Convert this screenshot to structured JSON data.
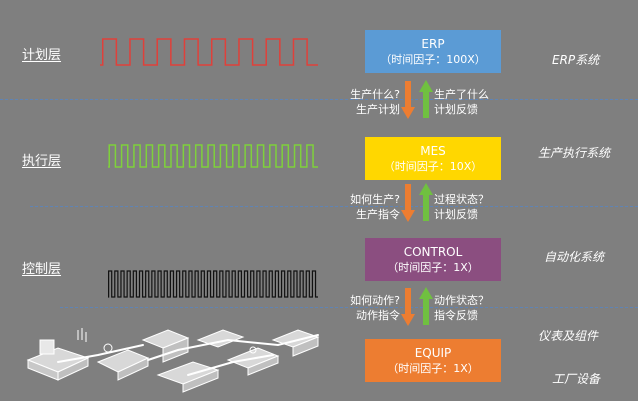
{
  "layers": [
    {
      "label": "计划层"
    },
    {
      "label": "执行层"
    },
    {
      "label": "控制层"
    }
  ],
  "boxes": [
    {
      "name": "ERP",
      "factor": "（时间因子：100X）",
      "color": "#5b9bd5"
    },
    {
      "name": "MES",
      "factor": "（时间因子：10X）",
      "color": "#ffd700"
    },
    {
      "name": "CONTROL",
      "factor": "（时间因子：1X）",
      "color": "#8b4e80"
    },
    {
      "name": "EQUIP",
      "factor": "（时间因子：1X）",
      "color": "#ed7d31"
    }
  ],
  "systems": [
    "ERP系统",
    "生产执行系统",
    "自动化系统",
    "仪表及组件",
    "工厂设备"
  ],
  "flows": [
    {
      "down": [
        "生产什么?",
        "生产计划"
      ],
      "up": [
        "生产了什么",
        "计划反馈"
      ]
    },
    {
      "down": [
        "如何生产?",
        "生产指令"
      ],
      "up": [
        "过程状态？",
        "计划反馈"
      ]
    },
    {
      "down": [
        "如何动作?",
        "动作指令"
      ],
      "up": [
        "动作状态？",
        "指令反馈"
      ]
    }
  ],
  "colors": {
    "background": "#7f7f7f",
    "down_arrow": "#ed7d31",
    "up_arrow": "#70c040",
    "wave_plan": "#e0403a",
    "wave_exec": "#7fd13b",
    "wave_control": "#111111",
    "divider": "#5f84b5"
  },
  "icons": {
    "equipment": "factory-line-sketch"
  }
}
